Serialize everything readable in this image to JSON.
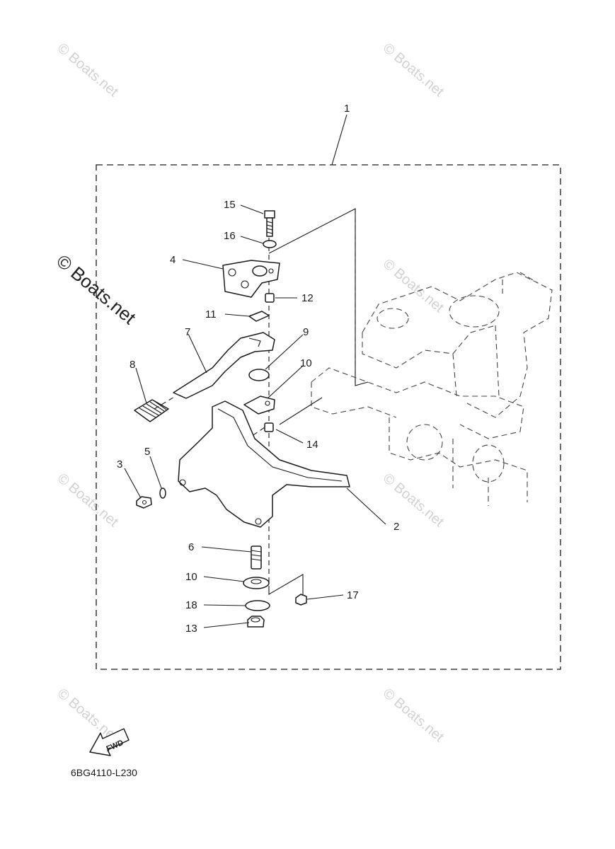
{
  "watermark": {
    "text": "© Boats.net"
  },
  "fwd_label": "FWD",
  "reference_code": "6BG4110-L230",
  "callouts": {
    "c1": "1",
    "c2": "2",
    "c3": "3",
    "c4": "4",
    "c5": "5",
    "c6": "6",
    "c7": "7",
    "c8": "8",
    "c9": "9",
    "c10a": "10",
    "c10b": "10",
    "c11": "11",
    "c12": "12",
    "c13": "13",
    "c14": "14",
    "c15": "15",
    "c16": "16",
    "c17": "17",
    "c18": "18"
  }
}
